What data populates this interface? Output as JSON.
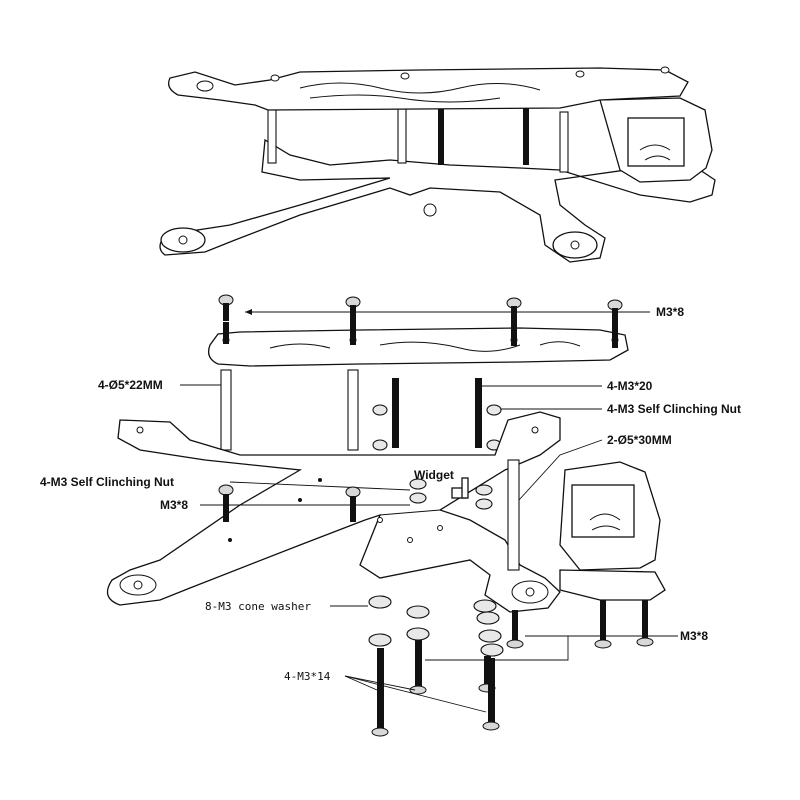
{
  "labels": {
    "top_m3x8": "M3*8",
    "standoff_22": "4-Ø5*22MM",
    "m3x20": "4-M3*20",
    "clinch_nut_right": "4-M3 Self Clinching Nut",
    "standoff_30": "2-Ø5*30MM",
    "widget": "Widget",
    "clinch_nut_left": "4-M3 Self Clinching Nut",
    "left_m3x8": "M3*8",
    "cone_washer": "8-M3 cone washer",
    "bottom_m3x8": "M3*8",
    "m3x14": "4-M3*14"
  },
  "colors": {
    "line": "#111111",
    "background": "#ffffff",
    "screw_fill": "#d8d8d8"
  }
}
